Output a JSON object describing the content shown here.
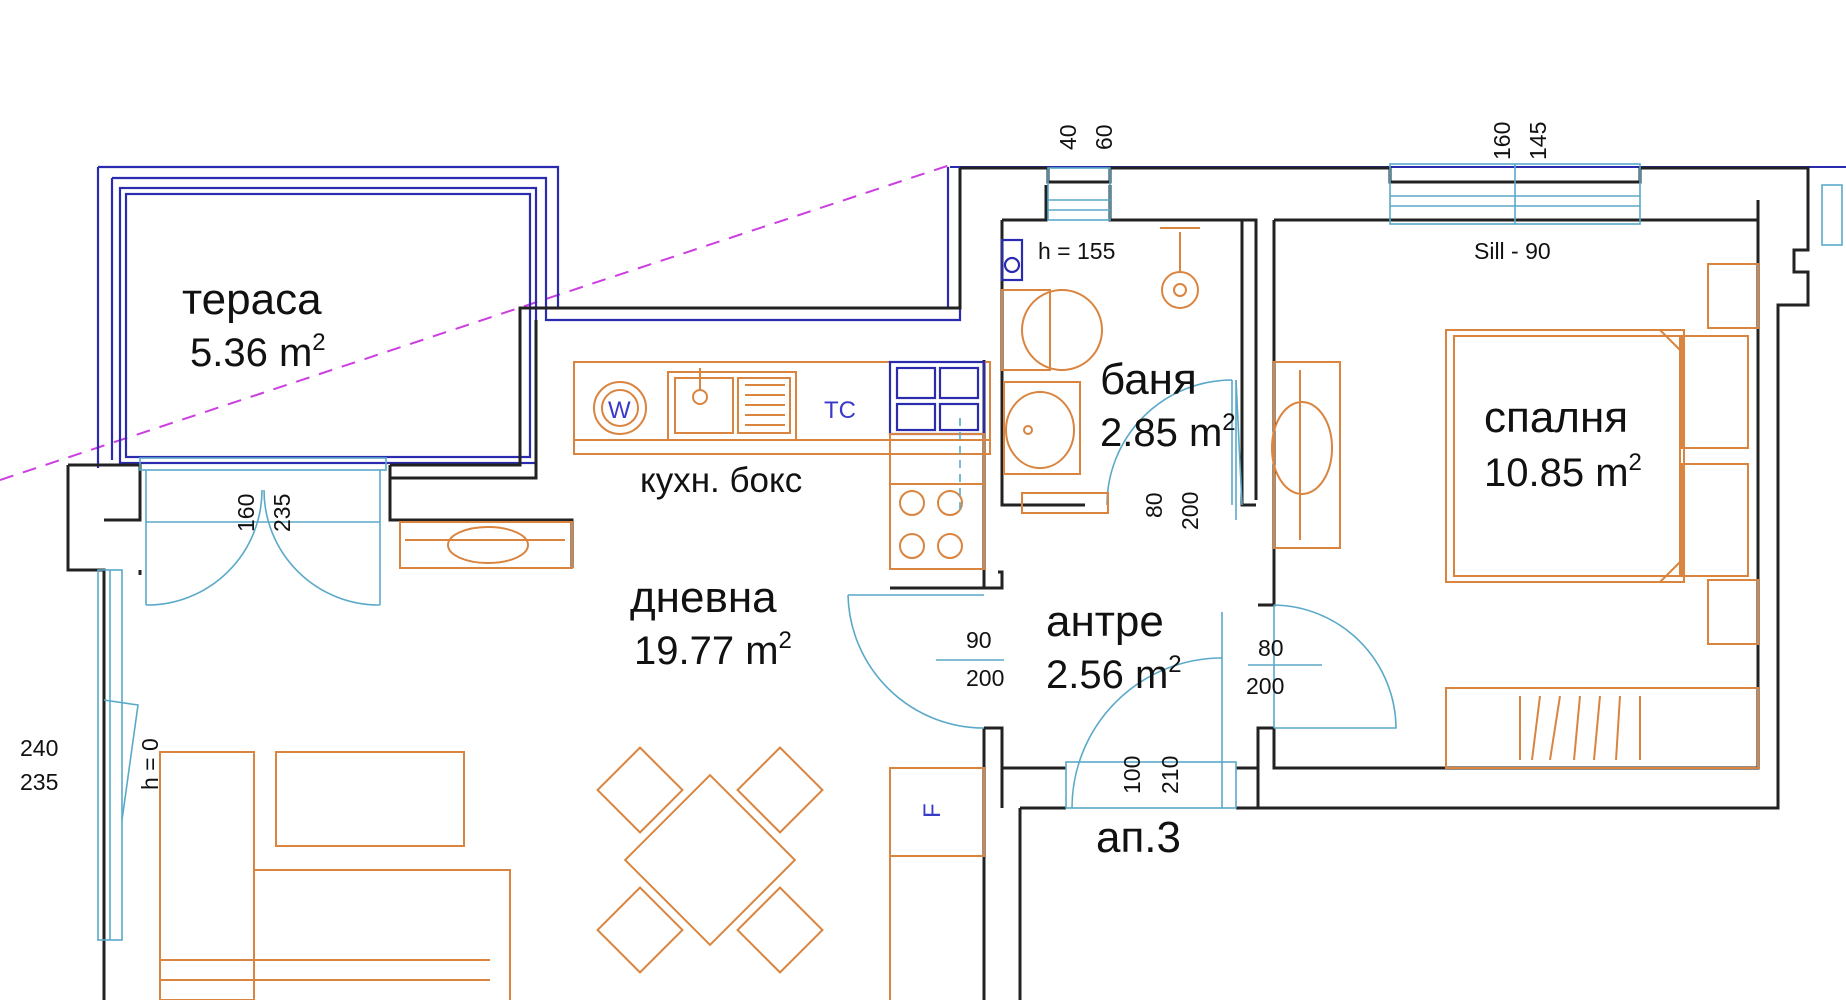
{
  "rooms": {
    "terrace": {
      "name": "тераса",
      "area": "5.36 m",
      "unit_sup": "2"
    },
    "kitchen": {
      "name": "кухн. бокс"
    },
    "bathroom": {
      "name": "баня",
      "area": "2.85 m",
      "unit_sup": "2"
    },
    "bedroom": {
      "name": "спалня",
      "area": "10.85 m",
      "unit_sup": "2"
    },
    "living": {
      "name": "дневна",
      "area": "19.77 m",
      "unit_sup": "2"
    },
    "hall": {
      "name": "антре",
      "area": "2.56 m",
      "unit_sup": "2"
    }
  },
  "apartment_label": "ап.3",
  "dimensions": {
    "bath_window_a": "40",
    "bath_window_b": "60",
    "bed_window_a": "160",
    "bed_window_b": "145",
    "bath_sill": "h = 155",
    "bed_sill": "Sill - 90",
    "terrace_door_a": "160",
    "terrace_door_b": "235",
    "bath_door_a": "80",
    "bath_door_b": "200",
    "living_door_a": "90",
    "living_door_b": "200",
    "bed_door_a": "80",
    "bed_door_b": "200",
    "entry_door_a": "100",
    "entry_door_b": "210",
    "side_window_a": "240",
    "side_window_b": "235",
    "side_sill": "h = 0"
  },
  "symbols": {
    "washer": "W",
    "fridge": "TC",
    "fridge_b": "F"
  },
  "colors": {
    "walls": "#222222",
    "terrace_walls": "#2b2bb0",
    "furniture": "#d9843f",
    "openings": "#5aa9c9",
    "property_line": "#cc3ee0"
  }
}
